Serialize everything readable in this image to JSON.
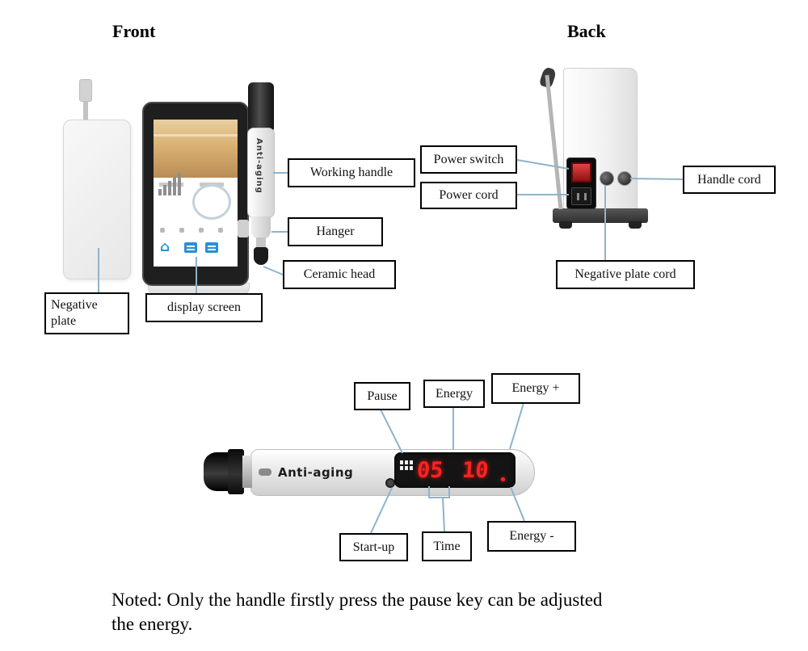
{
  "headings": {
    "front": "Front",
    "back": "Back"
  },
  "front": {
    "labels": {
      "working_handle": "Working handle",
      "hanger": "Hanger",
      "ceramic_head": "Ceramic head",
      "negative_plate": "Negative plate",
      "display_screen": "display screen"
    },
    "handle_brand": "Anti-aging"
  },
  "back": {
    "labels": {
      "power_switch": "Power switch",
      "power_cord": "Power cord",
      "handle_cord": "Handle cord",
      "negative_plate_cord": "Negative plate cord"
    }
  },
  "handle": {
    "labels": {
      "pause": "Pause",
      "energy": "Energy",
      "energy_plus": "Energy +",
      "start_up": "Start-up",
      "time": "Time",
      "energy_minus": "Energy -"
    },
    "brand": "Anti-aging",
    "led_left": "05",
    "led_right": "10"
  },
  "note": {
    "line1": "Noted: Only the handle firstly press the pause key can be adjusted",
    "line2": "the energy."
  },
  "colors": {
    "connector-line": "#8fb3cc",
    "led-red": "#ff2222",
    "callout-border": "#000000",
    "nav-blue": "#2a8fd6"
  }
}
